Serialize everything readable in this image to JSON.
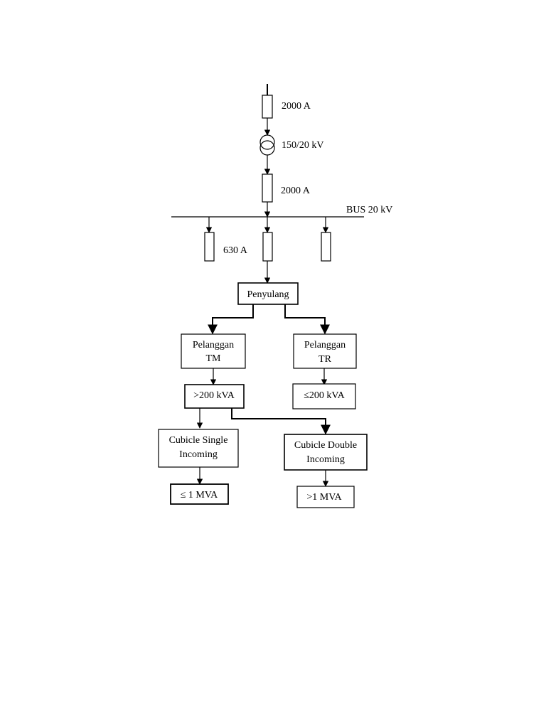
{
  "labels": {
    "breaker_top": "2000 A",
    "transformer": "150/20 kV",
    "breaker_mid": "2000 A",
    "bus": "BUS 20 kV",
    "feeder_breaker": "630 A"
  },
  "boxes": {
    "penyulang": [
      "Penyulang"
    ],
    "pelanggan_tm": [
      "Pelanggan",
      "TM"
    ],
    "pelanggan_tr": [
      "Pelanggan",
      "TR"
    ],
    "gt200": [
      ">200 kVA"
    ],
    "le200": [
      "≤200 kVA"
    ],
    "cubicle_single": [
      "Cubicle Single",
      "Incoming"
    ],
    "cubicle_double": [
      "Cubicle Double",
      "Incoming"
    ],
    "le1mva": [
      "≤ 1 MVA"
    ],
    "gt1mva": [
      ">1 MVA"
    ]
  }
}
